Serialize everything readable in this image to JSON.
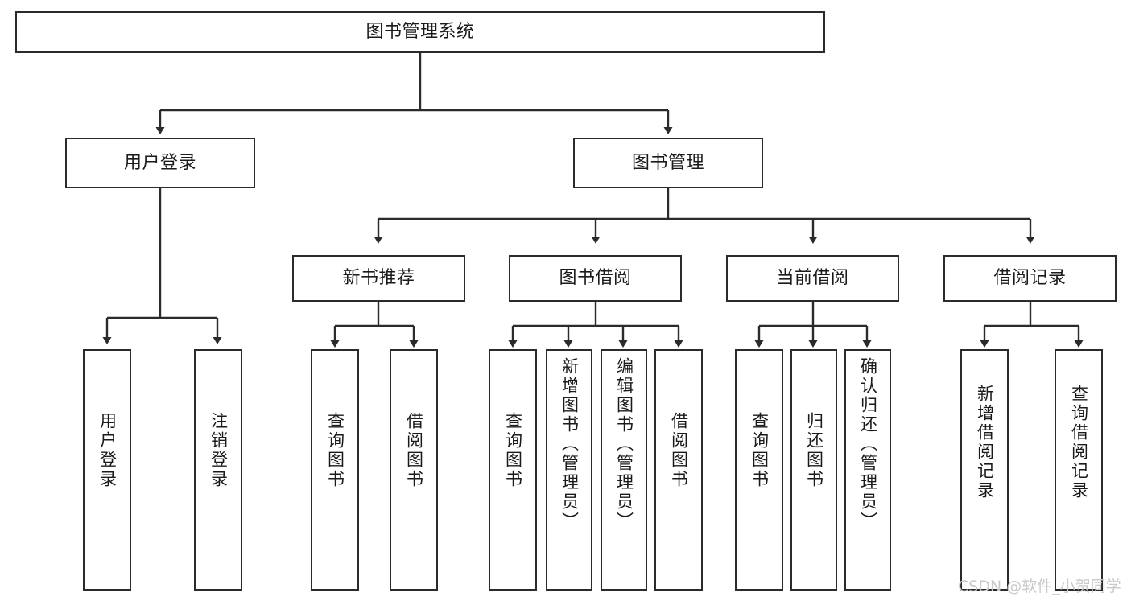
{
  "diagram": {
    "type": "tree-hierarchy",
    "title": "图书管理系统",
    "colors": {
      "box_border": "#2b2b2b",
      "box_fill": "#ffffff",
      "edge": "#2b2b2b",
      "text": "#1a1a1a",
      "watermark": "#c9c9c9",
      "background": "#ffffff"
    },
    "levels": {
      "root": {
        "label": "图书管理系统"
      },
      "level2": [
        {
          "label": "用户登录"
        },
        {
          "label": "图书管理"
        }
      ],
      "level3": [
        {
          "label": "新书推荐"
        },
        {
          "label": "图书借阅"
        },
        {
          "label": "当前借阅"
        },
        {
          "label": "借阅记录"
        }
      ],
      "leaves": [
        {
          "label": "用户登录",
          "parent": "用户登录"
        },
        {
          "label": "注销登录",
          "parent": "用户登录"
        },
        {
          "label": "查询图书",
          "parent": "新书推荐"
        },
        {
          "label": "借阅图书",
          "parent": "新书推荐"
        },
        {
          "label": "查询图书",
          "parent": "图书借阅"
        },
        {
          "label": "新增图书（管理员）",
          "parent": "图书借阅"
        },
        {
          "label": "编辑图书（管理员）",
          "parent": "图书借阅"
        },
        {
          "label": "借阅图书",
          "parent": "图书借阅"
        },
        {
          "label": "查询图书",
          "parent": "当前借阅"
        },
        {
          "label": "归还图书",
          "parent": "当前借阅"
        },
        {
          "label": "确认归还（管理员）",
          "parent": "当前借阅"
        },
        {
          "label": "新增借阅记录",
          "parent": "借阅记录"
        },
        {
          "label": "查询借阅记录",
          "parent": "借阅记录"
        }
      ]
    }
  },
  "watermark": {
    "text": "CSDN @软件_小贺同学"
  }
}
